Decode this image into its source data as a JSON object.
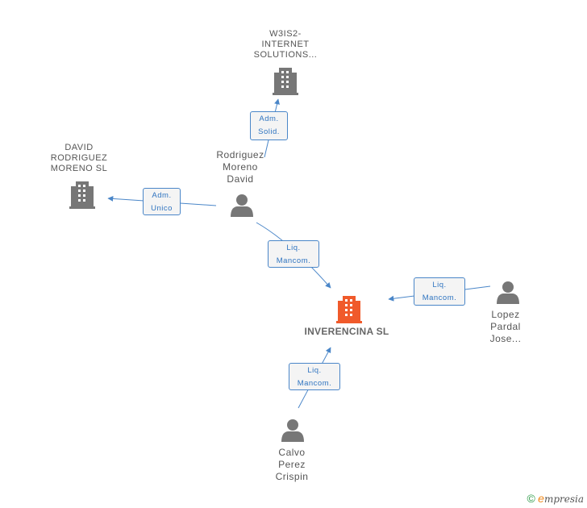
{
  "nodes": {
    "w3is2": {
      "label_lines": [
        "W3IS2-",
        "INTERNET",
        "SOLUTIONS..."
      ],
      "kind": "company"
    },
    "david_rodriguez_sl": {
      "label_lines": [
        "DAVID",
        "RODRIGUEZ",
        "MORENO  SL"
      ],
      "kind": "company"
    },
    "rodriguez_moreno": {
      "label_lines": [
        "Rodriguez",
        "Moreno",
        "David"
      ],
      "kind": "person"
    },
    "inverencina": {
      "label": "INVERENCINA SL",
      "kind": "company-main"
    },
    "lopez_pardal": {
      "label_lines": [
        "Lopez",
        "Pardal",
        "Jose..."
      ],
      "kind": "person"
    },
    "calvo_perez": {
      "label_lines": [
        "Calvo",
        "Perez",
        "Crispin"
      ],
      "kind": "person"
    }
  },
  "edges": [
    {
      "from": "rodriguez_moreno",
      "to": "w3is2",
      "label_lines": [
        "Adm.",
        "Solid."
      ]
    },
    {
      "from": "rodriguez_moreno",
      "to": "david_rodriguez_sl",
      "label_lines": [
        "Adm.",
        "Unico"
      ]
    },
    {
      "from": "rodriguez_moreno",
      "to": "inverencina",
      "label_lines": [
        "Liq.",
        "Mancom."
      ]
    },
    {
      "from": "lopez_pardal",
      "to": "inverencina",
      "label_lines": [
        "Liq.",
        "Mancom."
      ]
    },
    {
      "from": "calvo_perez",
      "to": "inverencina",
      "label_lines": [
        "Liq.",
        "Mancom."
      ]
    }
  ],
  "colors": {
    "company": "#777777",
    "company_main": "#f05a2b",
    "person": "#777777",
    "edge": "#4a86c8"
  },
  "icons": {
    "company": "building-icon",
    "person": "person-icon"
  },
  "footer": {
    "copyright": "©",
    "brand_e": "e",
    "brand_rest": "mpresia"
  }
}
